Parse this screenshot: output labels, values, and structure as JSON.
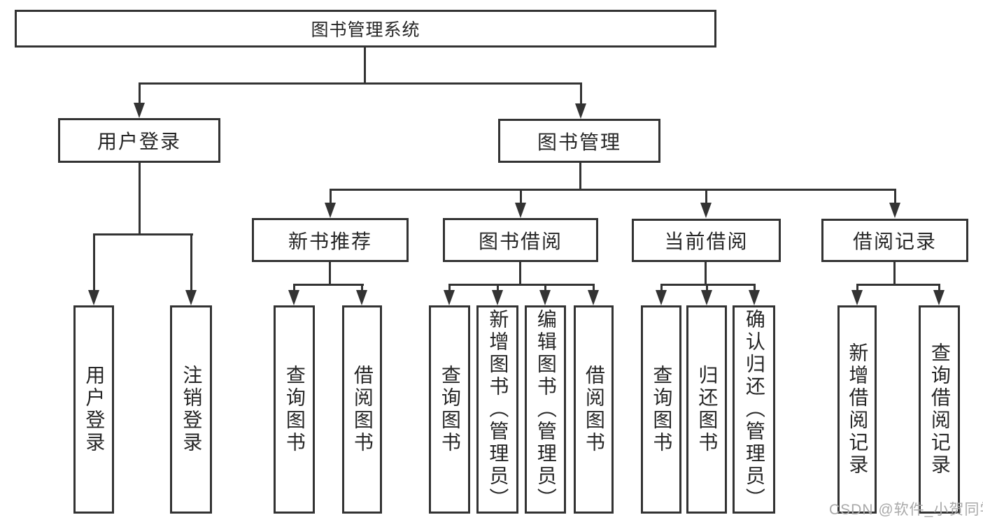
{
  "nodes": {
    "root": {
      "label": "图书管理系统"
    },
    "branches": [
      {
        "label": "用户登录",
        "children": [
          "用户登录",
          "注销登录"
        ]
      },
      {
        "label": "图书管理",
        "sections": [
          {
            "label": "新书推荐",
            "children": [
              "查询图书",
              "借阅图书"
            ]
          },
          {
            "label": "图书借阅",
            "children": [
              "查询图书",
              "新增图书（管理员）",
              "编辑图书（管理员）",
              "借阅图书"
            ]
          },
          {
            "label": "当前借阅",
            "children": [
              "查询图书",
              "归还图书",
              "确认归还（管理员）"
            ]
          },
          {
            "label": "借阅记录",
            "children": [
              "新增借阅记录",
              "查询借阅记录"
            ]
          }
        ]
      }
    ]
  },
  "watermark": {
    "text": "CSDN @软件_小贺同学"
  },
  "colors": {
    "line": "#333333",
    "text": "#262626",
    "background": "#ffffff",
    "watermark": "#a9a9a9"
  }
}
